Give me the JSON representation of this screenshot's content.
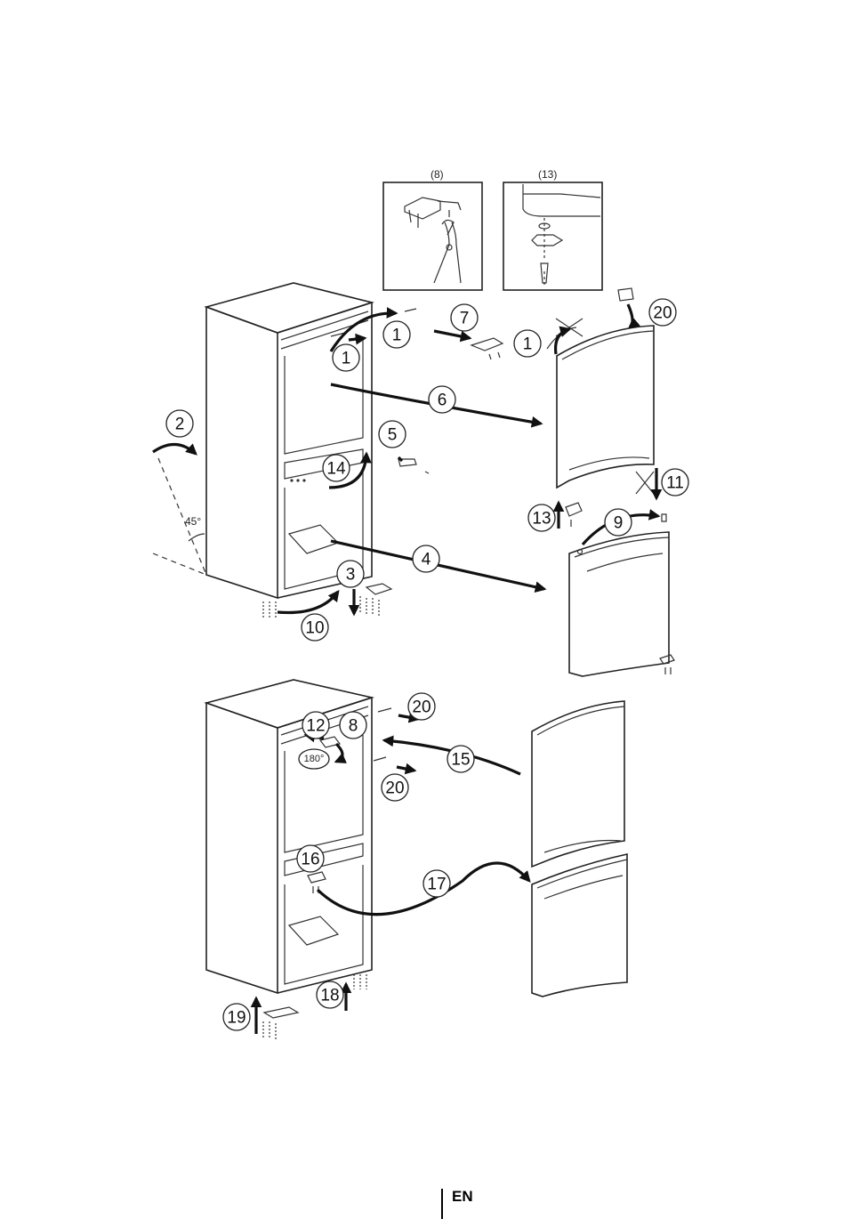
{
  "inset_labels": [
    "(8)",
    "(13)"
  ],
  "angle_labels": [
    "45°",
    "180°"
  ],
  "callouts": [
    "1",
    "1",
    "1",
    "2",
    "3",
    "4",
    "5",
    "6",
    "7",
    "9",
    "10",
    "11",
    "13",
    "14",
    "20",
    "8",
    "12",
    "15",
    "16",
    "17",
    "18",
    "19",
    "20",
    "20"
  ],
  "footer": {
    "language": "EN"
  },
  "colors": {
    "line": "#222222",
    "background": "#ffffff"
  }
}
